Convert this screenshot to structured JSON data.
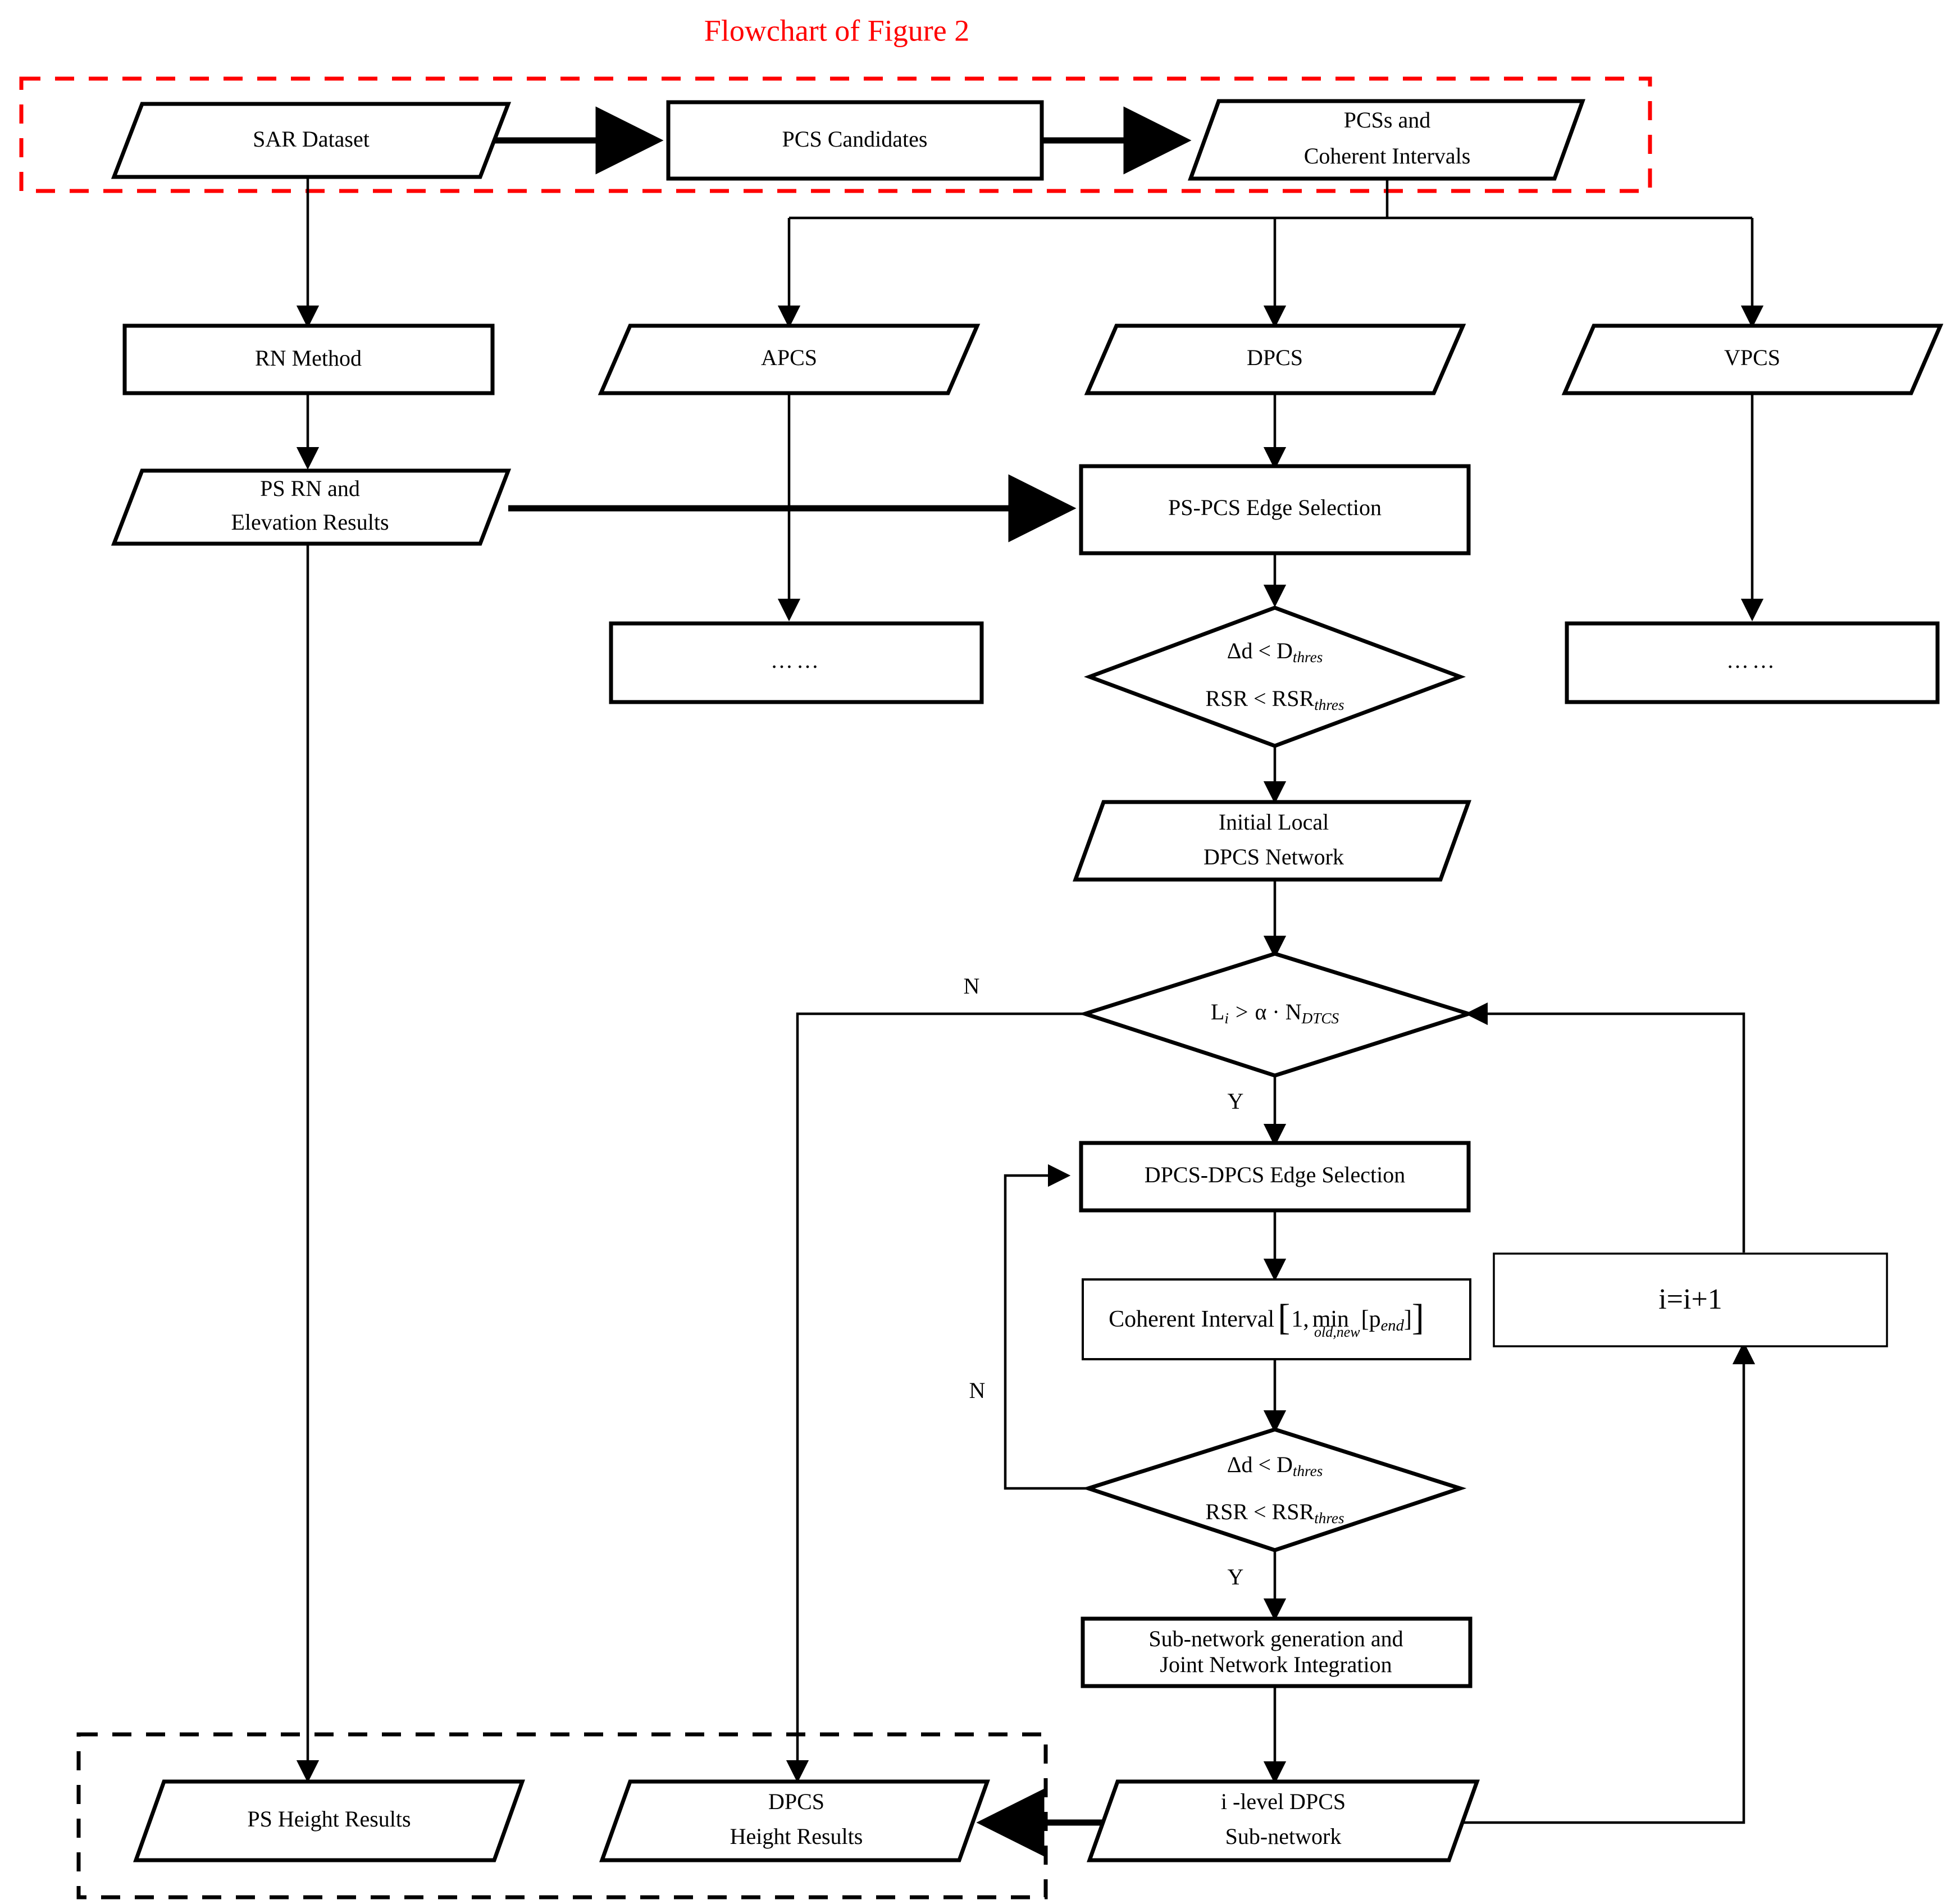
{
  "title": "Flowchart of Figure 2",
  "colors": {
    "title_red": "#ff0000",
    "group_red_dashed": "#ff0000",
    "group_black_dashed": "#000000",
    "node_stroke": "#000000",
    "node_fill": "#ffffff"
  },
  "nodes": {
    "sar_dataset": {
      "label": "SAR Dataset",
      "shape": "parallelogram"
    },
    "pcs_candidates": {
      "label": "PCS Candidates",
      "shape": "rectangle"
    },
    "pcss_intervals": {
      "line1": "PCSs and",
      "line2": "Coherent Intervals",
      "shape": "parallelogram"
    },
    "rn_method": {
      "label": "RN Method",
      "shape": "rectangle"
    },
    "apcs": {
      "label": "APCS",
      "shape": "parallelogram"
    },
    "dpcs": {
      "label": "DPCS",
      "shape": "parallelogram"
    },
    "vpcs": {
      "label": "VPCS",
      "shape": "parallelogram"
    },
    "ps_rn_elevation": {
      "line1": "PS RN and",
      "line2": "Elevation Results",
      "shape": "parallelogram"
    },
    "ps_pcs_edge_selection": {
      "label": "PS-PCS Edge Selection",
      "shape": "rectangle"
    },
    "apcs_ellipsis": {
      "label": "……",
      "shape": "rectangle"
    },
    "vpcs_ellipsis": {
      "label": "……",
      "shape": "rectangle"
    },
    "decision_thres_1": {
      "line1_a": "Δd",
      "line1_op": "<",
      "line1_b": "D",
      "line1_sub": "thres",
      "line2_a": "RSR",
      "line2_op": "<",
      "line2_b": "RSR",
      "line2_sub": "thres",
      "shape": "diamond"
    },
    "initial_local_network": {
      "line1": "Initial Local",
      "line2": "DPCS Network",
      "shape": "parallelogram"
    },
    "decision_li": {
      "a": "L",
      "a_sub": "i",
      "op": ">",
      "b": "α",
      "dot": "·",
      "c": "N",
      "c_sub": "DTCS",
      "shape": "diamond"
    },
    "dpcs_dpcs_edge_selection": {
      "label": "DPCS-DPCS Edge Selection",
      "shape": "rectangle"
    },
    "coherent_interval": {
      "text": "Coherent Interval",
      "bracket_open": "[",
      "one": "1,",
      "min": "min",
      "min_sub": "old,new",
      "inner_open": "[",
      "p": "p",
      "p_sub": "end",
      "inner_close": "]",
      "bracket_close": "]",
      "shape": "rectangle"
    },
    "decision_thres_2": {
      "line1_a": "Δd",
      "line1_op": "<",
      "line1_b": "D",
      "line1_sub": "thres",
      "line2_a": "RSR",
      "line2_op": "<",
      "line2_b": "RSR",
      "line2_sub": "thres",
      "shape": "diamond"
    },
    "subnetwork_generation": {
      "line1": "Sub-network generation and",
      "line2": "Joint Network Integration",
      "shape": "rectangle"
    },
    "i_increment": {
      "a": "i",
      "eq": "=",
      "b": "i",
      "plus": "+1",
      "shape": "rectangle"
    },
    "i_level_subnetwork": {
      "line1_i": "i",
      "line1_rest": " -level DPCS",
      "line2": "Sub-network",
      "shape": "parallelogram"
    },
    "ps_height_results": {
      "label": "PS Height Results",
      "shape": "parallelogram"
    },
    "dpcs_height_results": {
      "line1": "DPCS",
      "line2": "Height Results",
      "shape": "parallelogram"
    }
  },
  "branch_labels": {
    "li_no": "N",
    "li_yes": "Y",
    "thres2_no": "N",
    "thres2_yes": "Y"
  },
  "groups": {
    "red_dashed_group": {
      "style": "dashed",
      "color": "#ff0000"
    },
    "black_dashed_group": {
      "style": "dashed",
      "color": "#000000"
    }
  }
}
